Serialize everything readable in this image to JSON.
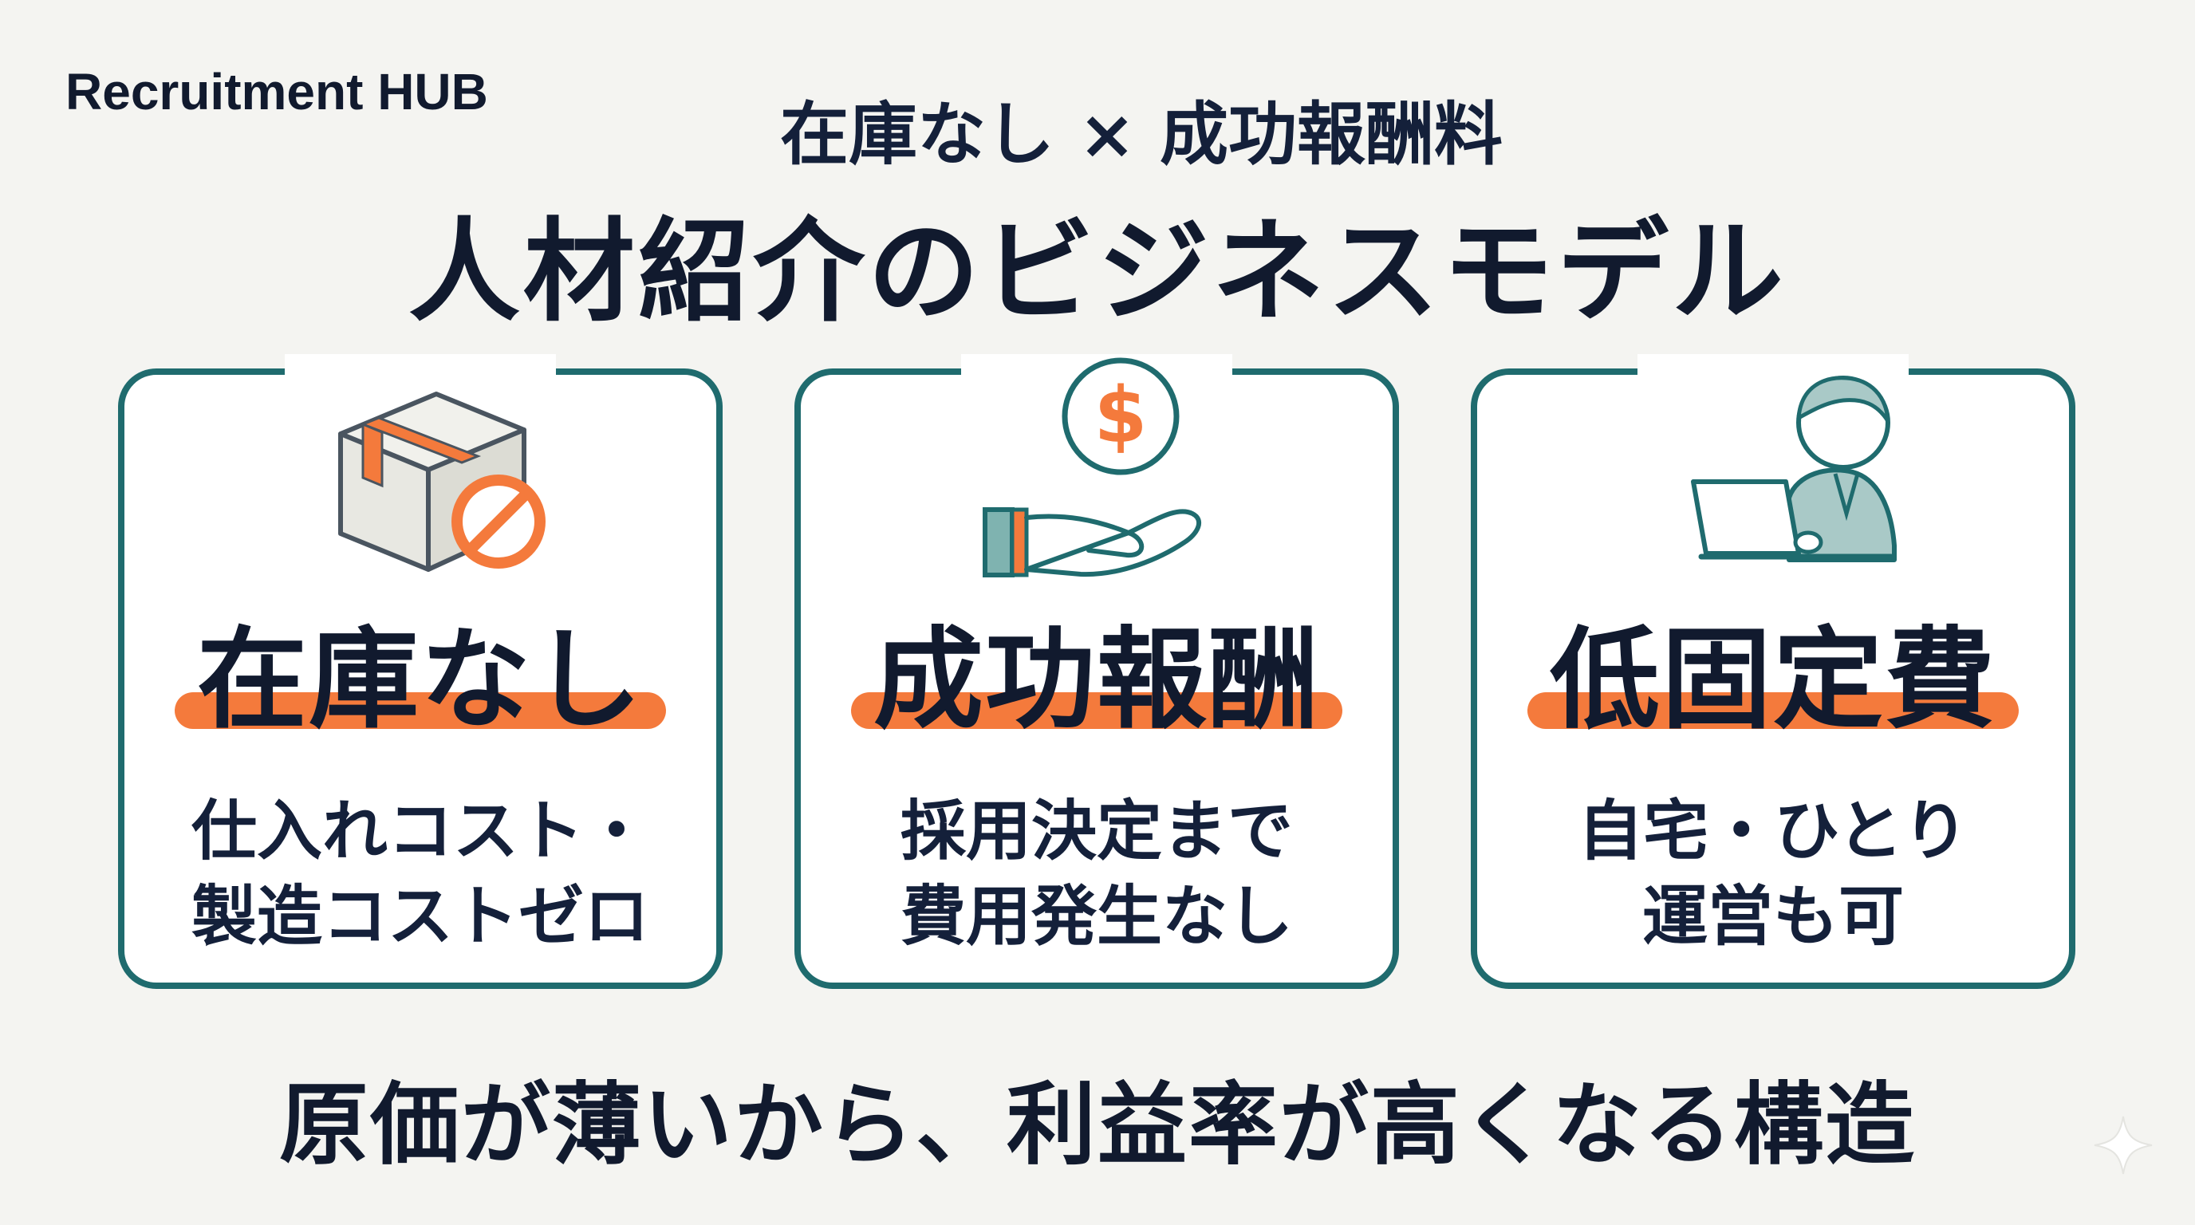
{
  "brand": "Recruitment HUB",
  "subtitle": "在庫なし × 成功報酬料",
  "title": "人材紹介のビジネスモデル",
  "cards": [
    {
      "icon": "box-no-icon",
      "heading": "在庫なし",
      "desc_line1": "仕入れコスト・",
      "desc_line2": "製造コストゼロ"
    },
    {
      "icon": "dollar-hand-icon",
      "heading": "成功報酬",
      "desc_line1": "採用決定まで",
      "desc_line2": "費用発生なし"
    },
    {
      "icon": "person-laptop-icon",
      "heading": "低固定費",
      "desc_line1": "自宅・ひとり",
      "desc_line2": "運営も可"
    }
  ],
  "bottom": "原価が薄いから、利益率が高くなる構造",
  "colors": {
    "accent": "#f47a3c",
    "frame": "#1f6b6e",
    "text": "#111a2e",
    "background": "#f4f4f1"
  }
}
